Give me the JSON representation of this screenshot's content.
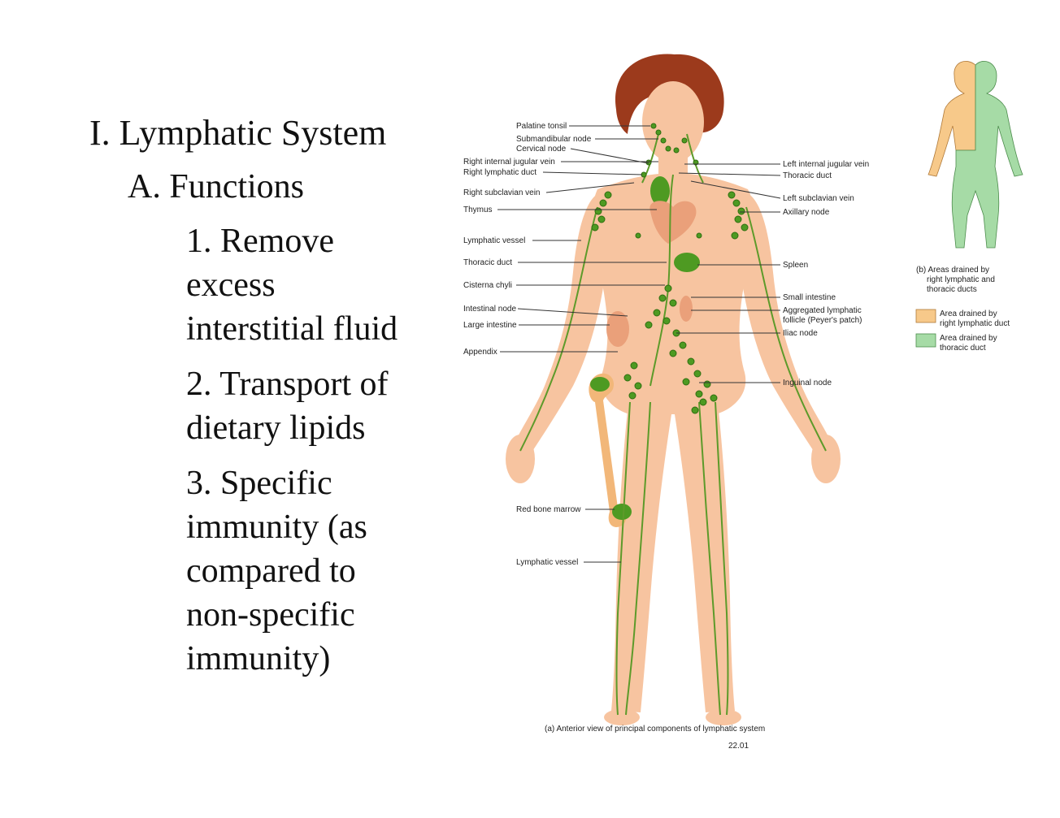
{
  "outline": {
    "heading": "I.  Lymphatic System",
    "subheading": "A. Functions",
    "items": [
      {
        "lines": [
          "1.  Remove",
          "excess",
          "interstitial fluid"
        ]
      },
      {
        "lines": [
          "2.  Transport of",
          "dietary lipids"
        ]
      },
      {
        "lines": [
          "3.  Specific",
          "immunity (as",
          "compared to",
          "non-specific",
          "immunity)"
        ]
      }
    ]
  },
  "figure": {
    "labels_left": [
      "Palatine tonsil",
      "Submandibular node",
      "Cervical node",
      "Right internal jugular vein",
      "Right lymphatic duct",
      "Right subclavian vein",
      "Thymus",
      "Lymphatic vessel",
      "Thoracic duct",
      "Cisterna chyli",
      "Intestinal node",
      "Large intestine",
      "Appendix",
      "Red bone marrow",
      "Lymphatic vessel"
    ],
    "labels_right": [
      "Left internal jugular vein",
      "Thoracic duct",
      "Left subclavian vein",
      "Axillary node",
      "Spleen",
      "Small intestine",
      "Aggregated lymphatic",
      "follicle (Peyer's patch)",
      "Iliac node",
      "Inguinal node"
    ],
    "caption_a": "(a) Anterior view of principal components of lymphatic system",
    "figure_number": "22.01",
    "caption_b": [
      "(b) Areas drained by",
      "right lymphatic and",
      "thoracic ducts"
    ],
    "legend": [
      {
        "lines": [
          "Area drained by",
          "right lymphatic duct"
        ],
        "color": "#f7c98a"
      },
      {
        "lines": [
          "Area drained by",
          "thoracic duct"
        ],
        "color": "#a6dba6"
      }
    ],
    "colors": {
      "skin": "#f7c4a0",
      "skin_shadow": "#e8a57e",
      "hair": "#9c3a1c",
      "lymph": "#4e9a22",
      "right_drain": "#f7c98a",
      "thoracic_drain": "#a6dba6"
    }
  }
}
